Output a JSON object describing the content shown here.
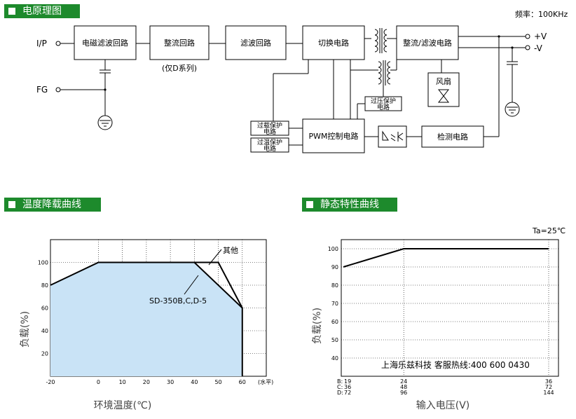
{
  "sections": {
    "schematic": "电原理图",
    "derating": "温度降载曲线",
    "static": "静态特性曲线"
  },
  "schematic": {
    "frequency": "频率：100KHz",
    "input": "I/P",
    "fg": "FG",
    "plus_v": "+V",
    "minus_v": "-V",
    "emi_filter": "电磁滤波回路",
    "rectifier": "整流回路",
    "rectifier_note": "(仅D系列)",
    "filter": "滤波回路",
    "switching": "切换电路",
    "output_rect": "整流/滤波电路",
    "fan": "风扇",
    "ovp_line1": "过压保护",
    "ovp_line2": "电路",
    "olp_line1": "过载保护",
    "olp_line2": "电路",
    "otp_line1": "过温保护",
    "otp_line2": "电路",
    "pwm": "PWM控制电路",
    "detect": "检测电路"
  },
  "chart_data": [
    {
      "type": "area",
      "xlabel": "环境温度(℃)",
      "ylabel": "负载(%)",
      "x_unit": "(水平)",
      "xlim": [
        -20,
        70
      ],
      "ylim": [
        0,
        120
      ],
      "x_ticks": [
        "-20",
        "0",
        "10",
        "20",
        "30",
        "40",
        "50",
        "60"
      ],
      "y_ticks": [
        "20",
        "40",
        "60",
        "80",
        "100"
      ],
      "series": [
        {
          "name": "SD-350B,C,D-5",
          "x": [
            -20,
            0,
            40,
            60,
            60
          ],
          "y": [
            80,
            100,
            100,
            60,
            0
          ]
        },
        {
          "name": "其他",
          "x": [
            0,
            50,
            60
          ],
          "y": [
            100,
            100,
            60
          ]
        }
      ],
      "annotations": [
        "其他",
        "SD-350B,C,D-5"
      ]
    },
    {
      "type": "line",
      "xlabel": "输入电压(V)",
      "ylabel": "负载(%)",
      "annotation": "Ta=25℃",
      "ylim": [
        30,
        105
      ],
      "y_ticks": [
        "40",
        "50",
        "60",
        "70",
        "80",
        "90",
        "100"
      ],
      "x_tick_rows": [
        {
          "label": "B:",
          "values": [
            "19",
            "24",
            "36"
          ]
        },
        {
          "label": "C:",
          "values": [
            "36",
            "48",
            "72"
          ]
        },
        {
          "label": "D:",
          "values": [
            "72",
            "96",
            "144"
          ]
        }
      ],
      "series": [
        {
          "x": [
            19,
            24,
            36
          ],
          "y": [
            90,
            100,
            100
          ]
        }
      ],
      "watermark": "上海乐兹科技 客服热线:400 600 0430"
    }
  ]
}
